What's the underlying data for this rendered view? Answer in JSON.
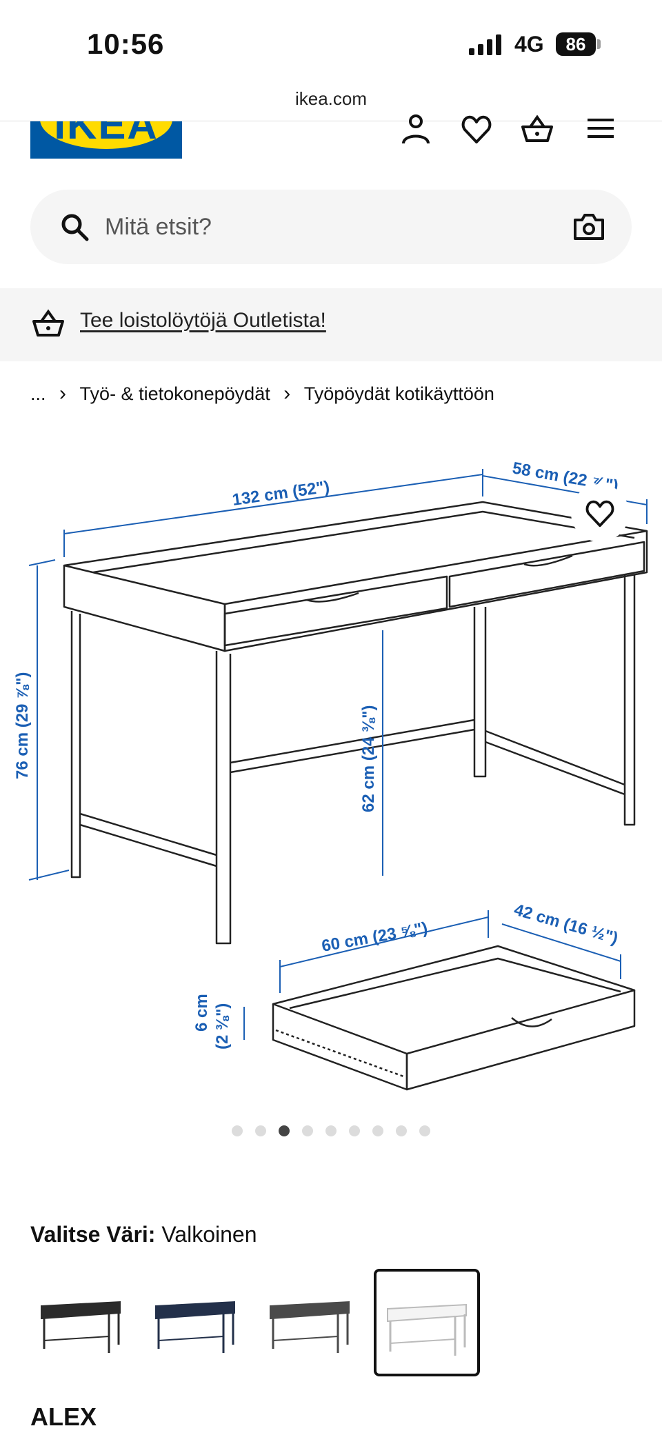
{
  "status_bar": {
    "time": "10:56",
    "network": "4G",
    "battery": "86"
  },
  "browser": {
    "url": "ikea.com"
  },
  "header": {
    "logo": "IKEA"
  },
  "search": {
    "placeholder": "Mitä etsit?"
  },
  "banner": {
    "link_text": "Tee loistolöytöjä Outletista!"
  },
  "breadcrumb": {
    "ellipsis": "...",
    "items": [
      "Työ- & tietokonepöydät",
      "Työpöydät kotikäyttöön"
    ],
    "separator": "›"
  },
  "illustration": {
    "dimensions": {
      "width": "132 cm (52\")",
      "depth": "58 cm (22 ⅞\")",
      "height": "76 cm (29 ⅞\")",
      "clearance": "62 cm (24 ⅜\")",
      "drawer_width": "60 cm (23 ⅝\")",
      "drawer_depth": "42 cm (16 ½\")",
      "drawer_height": "6 cm",
      "drawer_height_in": "(2 ⅜\")"
    },
    "dimension_color": "#1b5fb4"
  },
  "gallery": {
    "total": 9,
    "active": 3
  },
  "color_select": {
    "label": "Valitse Väri:",
    "value": "Valkoinen",
    "options": [
      {
        "name": "black-brown",
        "color": "#2b2b2b"
      },
      {
        "name": "blue",
        "color": "#23304a"
      },
      {
        "name": "grey",
        "color": "#4a4a4a"
      },
      {
        "name": "white",
        "color": "#f4f4f4"
      }
    ],
    "selected": 3
  },
  "product": {
    "name": "ALEX"
  }
}
